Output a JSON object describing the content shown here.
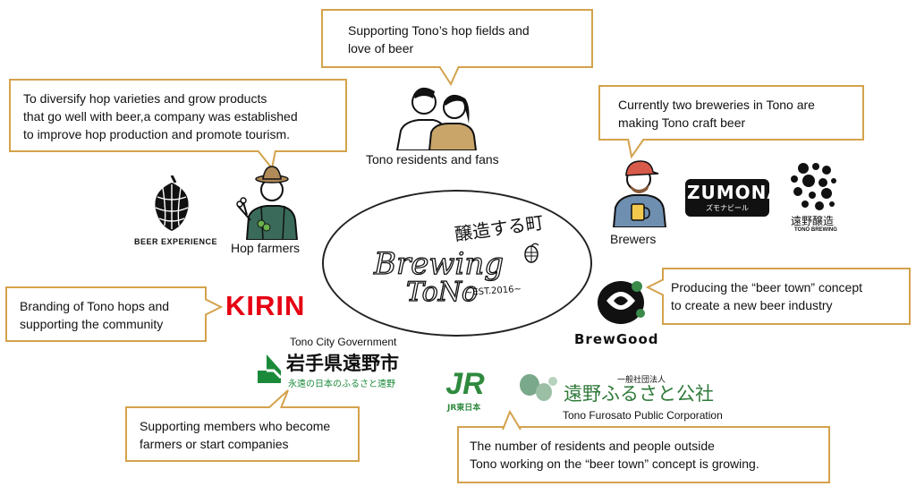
{
  "center_logo": {
    "kanji": "醸造する町",
    "line1": "Brewing",
    "line2": "ToNo",
    "est": "~EST.2016~"
  },
  "bubbles": {
    "residents": [
      "Supporting Tono’s hop fields and",
      "love of beer"
    ],
    "company": [
      "To diversify hop varieties and grow products",
      "that go well with beer,a company was established",
      "to improve hop production and promote tourism."
    ],
    "breweries": [
      "Currently two breweries in Tono are",
      "making Tono craft beer"
    ],
    "kirin": [
      "Branding of Tono hops and",
      "supporting the community"
    ],
    "brewgood": [
      "Producing the “beer town” concept",
      "to create a new beer industry"
    ],
    "government": [
      "Supporting members who become",
      "farmers or start companies"
    ],
    "growing": [
      "The number of residents and people outside",
      "Tono working on the  “beer town”  concept is growing."
    ]
  },
  "labels": {
    "residents": "Tono residents and fans",
    "hop_farmers": "Hop farmers",
    "beer_experience": "BEER EXPERIENCE",
    "brewers": "Brewers",
    "tono_city": "Tono City Government",
    "furosato": "Tono Furosato Public Corporation"
  },
  "logos": {
    "kirin": "KIRIN",
    "zumona": "ZUMONA",
    "zumona_sub": "ズモナビール",
    "tono_brewing_jp": "遠野醸造",
    "tono_brewing_en": "TONO BREWING",
    "brewgood": "BrewGood",
    "iwate_main": "岩手県遠野市",
    "iwate_sub": "永遠の日本のふるさと遠野",
    "jr": "JR",
    "jr_sub": "JR東日本",
    "furosato_small": "一般社団法人",
    "furosato_main": "遠野ふるさと公社"
  },
  "colors": {
    "bubble_border": "#d4a24c",
    "kirin_red": "#e60012",
    "jr_green": "#2f8a3e",
    "iwate_green": "#1a8a3a",
    "furosato_green": "#2f7a3a"
  }
}
